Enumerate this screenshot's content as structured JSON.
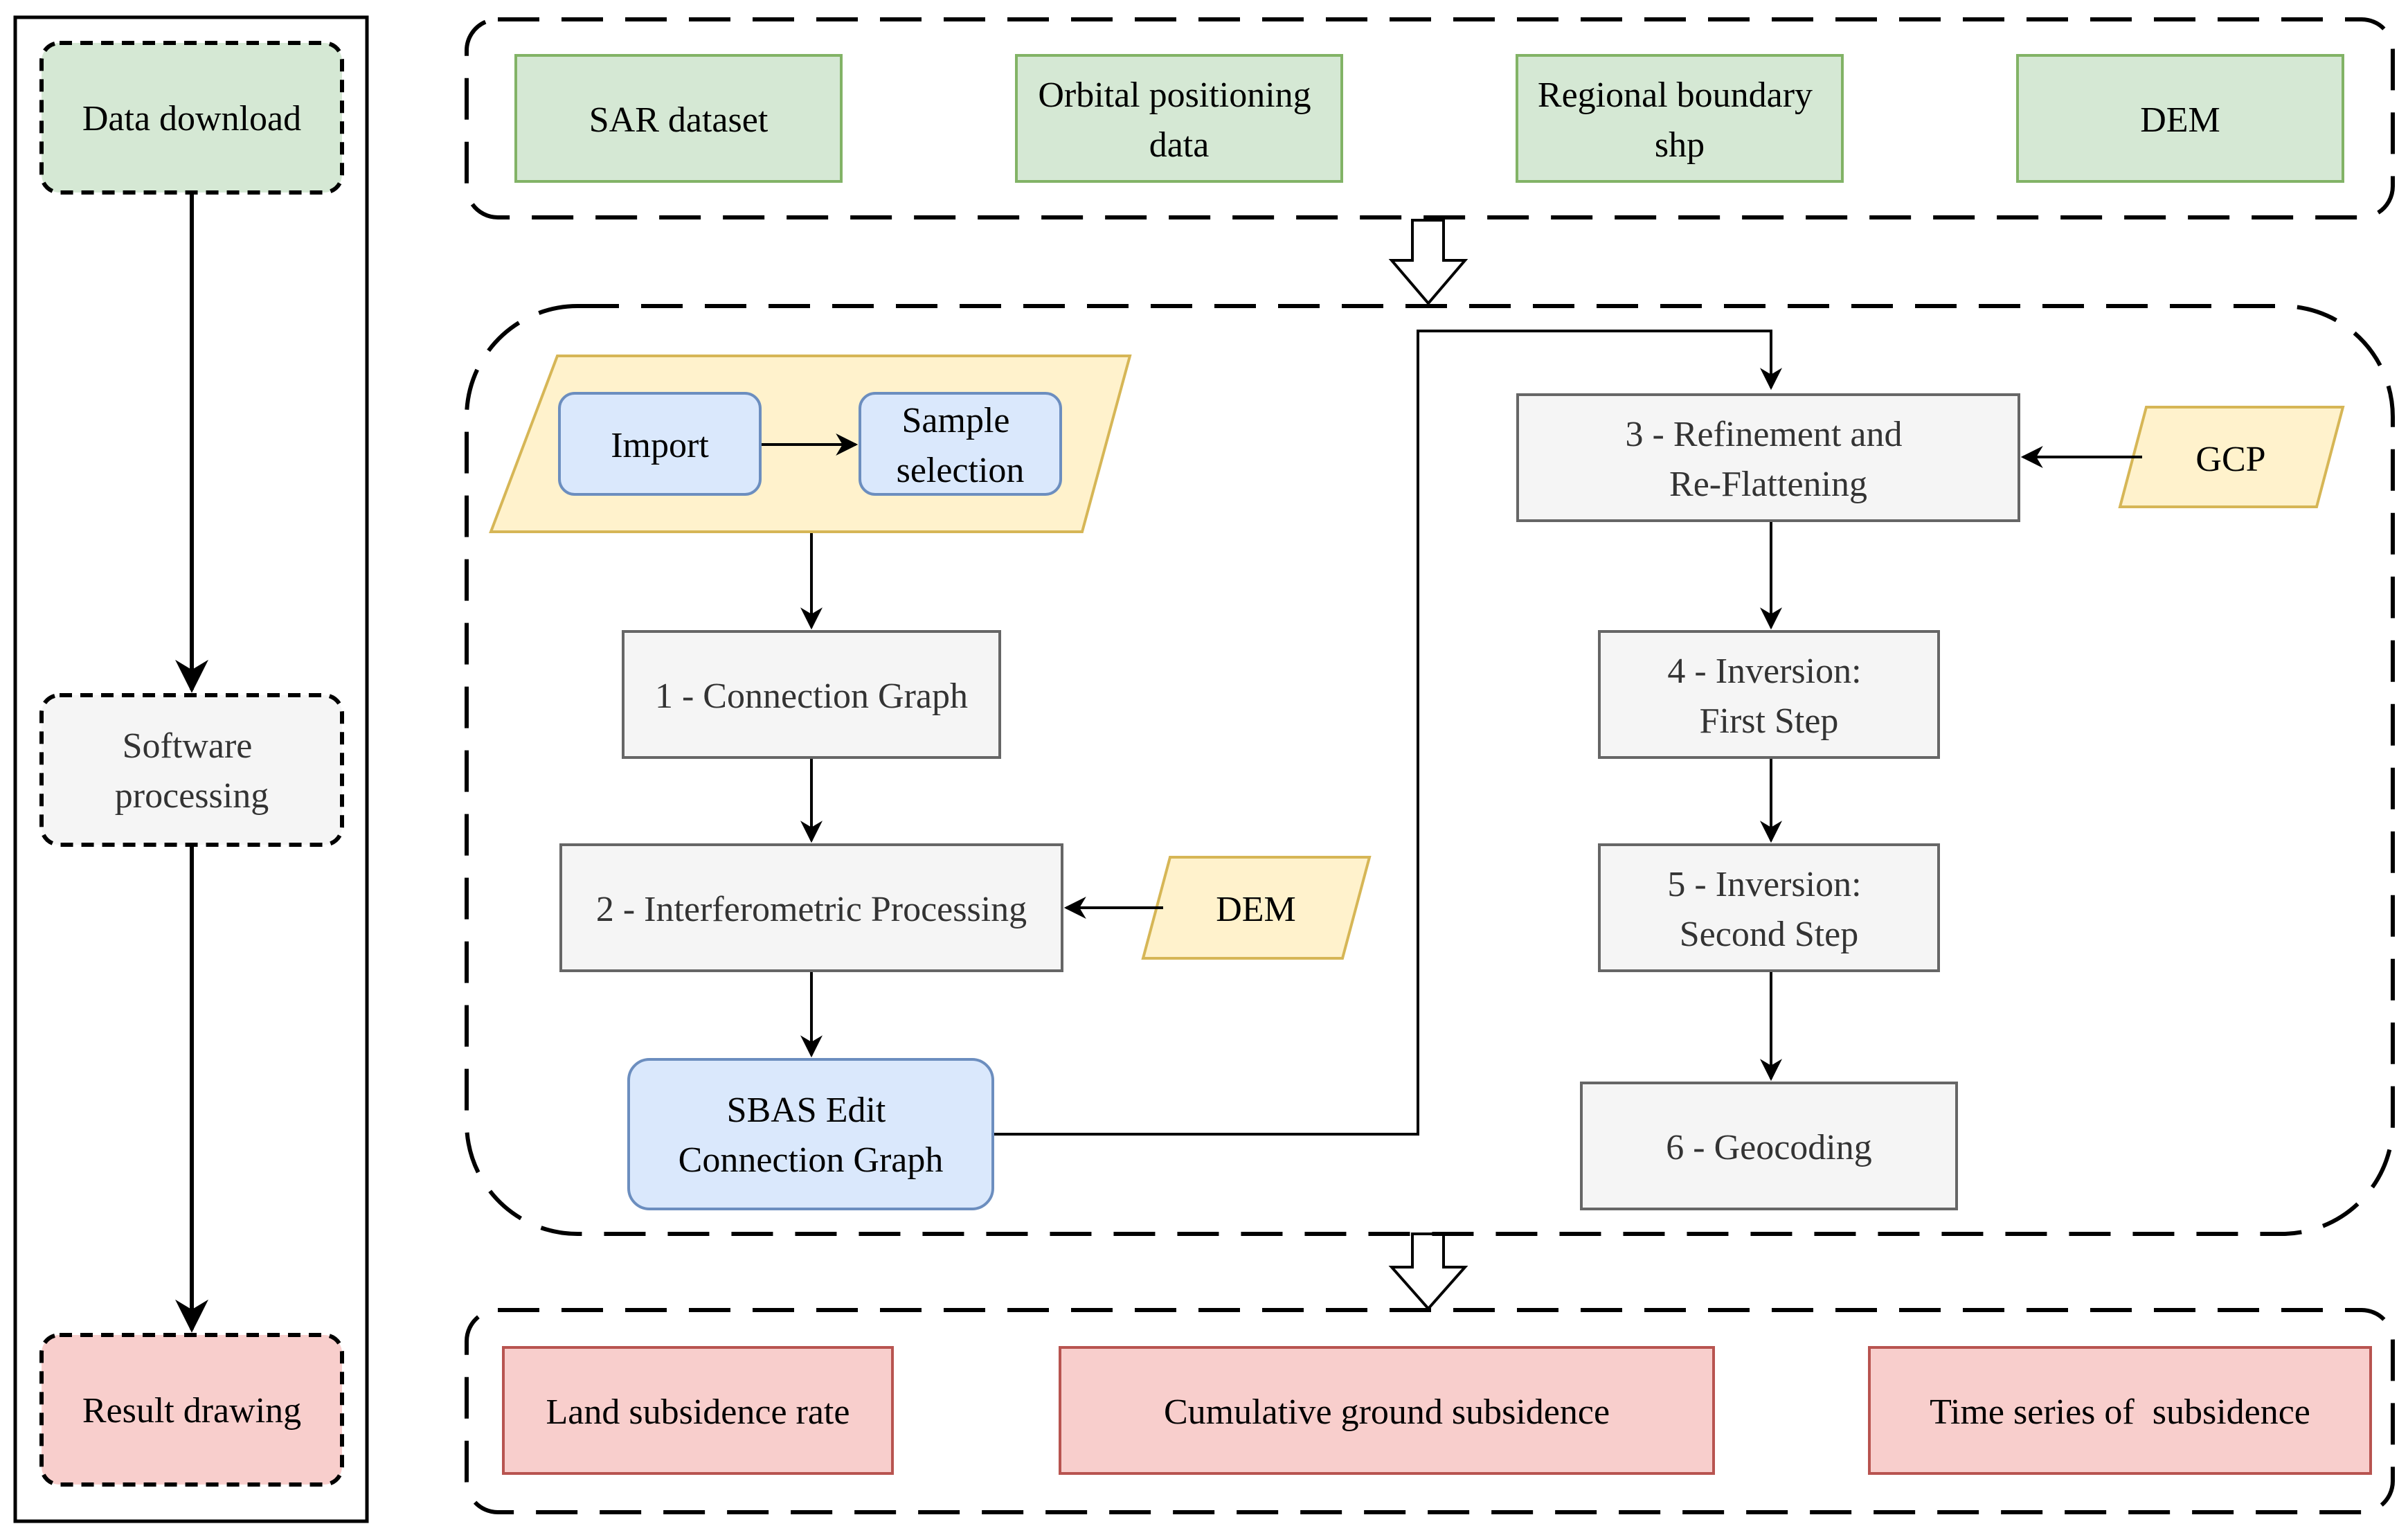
{
  "stages": {
    "data_download": "Data download",
    "software_processing": [
      "Software",
      "processing"
    ],
    "result_drawing": "Result drawing"
  },
  "inputs": {
    "sar_dataset": "SAR dataset",
    "orbital_positioning": [
      "Orbital positioning",
      "data"
    ],
    "regional_boundary": [
      "Regional boundary",
      "shp"
    ],
    "dem": "DEM"
  },
  "processing": {
    "import": "Import",
    "sample_selection": [
      "Sample",
      "selection"
    ],
    "step1": "1 - Connection Graph",
    "step2": "2 - Interferometric Processing",
    "dem_input": "DEM",
    "sbas_edit": [
      "SBAS Edit",
      "Connection Graph"
    ],
    "step3": [
      "3 - Refinement and",
      "Re-Flattening"
    ],
    "gcp": "GCP",
    "step4": [
      "4 - Inversion:",
      "First Step"
    ],
    "step5": [
      "5 - Inversion:",
      "Second Step"
    ],
    "step6": "6 - Geocoding"
  },
  "outputs": {
    "land_subsidence_rate": "Land subsidence rate",
    "cumulative_ground_subsidence": "Cumulative ground subsidence",
    "time_series": "Time series of  subsidence"
  },
  "colors": {
    "green_fill": "#d5e8d4",
    "green_stroke": "#82b366",
    "blue_fill": "#dae8fc",
    "blue_stroke": "#6c8ebf",
    "yellow_fill": "#fff2cc",
    "yellow_stroke": "#d6b656",
    "grey_fill": "#f5f5f5",
    "grey_stroke": "#666666",
    "red_fill": "#f8cecc",
    "red_stroke": "#b85450"
  }
}
